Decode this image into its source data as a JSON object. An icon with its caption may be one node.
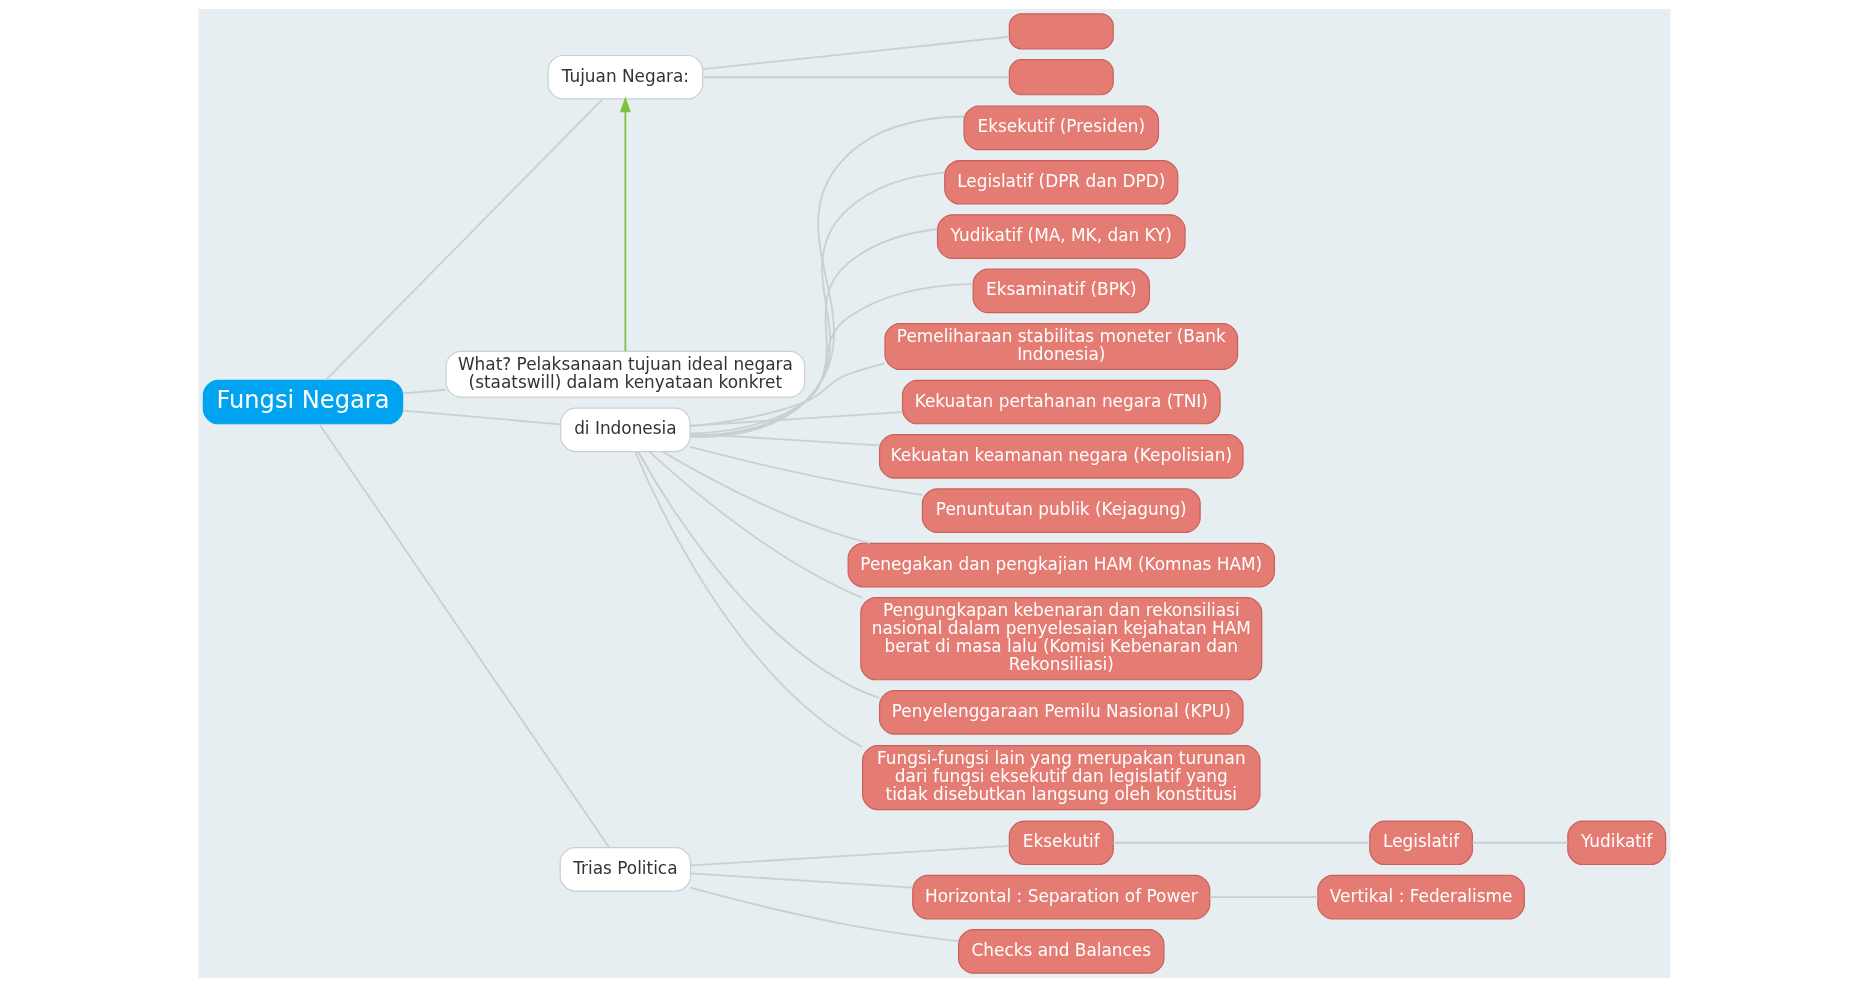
{
  "diagram": {
    "nodes": [
      {
        "text": [
          "Fungsi Negara"
        ]
      },
      {
        "text": [
          "Tujuan Negara:"
        ]
      },
      {
        "text": [],
        "shape": "box"
      },
      {
        "text": [],
        "shape": "box"
      },
      {
        "text": [
          "What? Pelaksanaan tujuan ideal negara (staatswill) dalam kenyataan konkret"
        ]
      },
      {
        "text": [
          "di Indonesia"
        ]
      },
      {
        "text": [
          "Eksekutif (Presiden)"
        ]
      },
      {
        "text": [
          "Legislatif (DPR dan DPD)"
        ]
      },
      {
        "text": [
          "Yudikatif (MA, MK, dan KY)"
        ]
      },
      {
        "text": [
          "Eksaminatif (BPK)"
        ]
      },
      {
        "text": [
          "Pemeliharaan stabilitas moneter (Bank Indonesia)"
        ]
      },
      {
        "text": [
          "Kekuatan pertahanan negara (TNI)"
        ]
      },
      {
        "text": [
          "Kekuatan keamanan negara (Kepolisian)"
        ]
      },
      {
        "text": [
          "Penuntutan publik (Kejagung)"
        ]
      },
      {
        "text": [
          "Penegakan dan pengkajian HAM (Komnas HAM)"
        ]
      },
      {
        "text": [
          "Pengungkapan kebenaran dan rekonsiliasi nasional dalam penyelesaian kejahatan HAM berat di masa lalu (Komisi Kebenaran dan Rekonsiliasi)"
        ]
      },
      {
        "text": [
          "Penyelenggaraan Pemilu Nasional (KPU)"
        ]
      },
      {
        "text": [
          "Fungsi-fungsi lain yang merupakan turunan dari fungsi eksekutif dan legislatif yang tidak disebutkan langsung oleh konstitusi"
        ]
      },
      {
        "text": [
          "Trias Politica"
        ]
      },
      {
        "text": [
          "Eksekutif"
        ]
      },
      {
        "text": [
          "Legislatif"
        ]
      },
      {
        "text": [
          "Yudikatif"
        ]
      },
      {
        "text": [
          "Horizontal : Separation of Power"
        ]
      },
      {
        "text": [
          "Vertikal : Federalisme"
        ]
      },
      {
        "text": [
          "Checks and Balances"
        ]
      }
    ],
    "edges": [
      {
        "from": 0,
        "to": 1,
        "arrow": "none"
      },
      {
        "from": 1,
        "to": 2,
        "arrow": "none"
      },
      {
        "from": 1,
        "to": 3,
        "arrow": "none"
      },
      {
        "from": 0,
        "to": 4,
        "arrow": "none"
      },
      {
        "from": 4,
        "to": 1,
        "arrow": "to",
        "color": "#7dc242"
      },
      {
        "from": 0,
        "to": 5,
        "arrow": "none"
      },
      {
        "from": 5,
        "to": 6,
        "arrow": "none"
      },
      {
        "from": 5,
        "to": 7,
        "arrow": "none"
      },
      {
        "from": 5,
        "to": 8,
        "arrow": "none"
      },
      {
        "from": 5,
        "to": 9,
        "arrow": "none"
      },
      {
        "from": 5,
        "to": 10,
        "arrow": "none"
      },
      {
        "from": 5,
        "to": 11,
        "arrow": "none"
      },
      {
        "from": 5,
        "to": 12,
        "arrow": "none"
      },
      {
        "from": 5,
        "to": 13,
        "arrow": "none"
      },
      {
        "from": 5,
        "to": 14,
        "arrow": "none"
      },
      {
        "from": 5,
        "to": 15,
        "arrow": "none"
      },
      {
        "from": 5,
        "to": 16,
        "arrow": "none"
      },
      {
        "from": 5,
        "to": 17,
        "arrow": "none"
      },
      {
        "from": 0,
        "to": 18,
        "arrow": "none"
      },
      {
        "from": 18,
        "to": 19,
        "arrow": "none"
      },
      {
        "from": 19,
        "to": 20,
        "arrow": "none"
      },
      {
        "from": 20,
        "to": 21,
        "arrow": "none"
      },
      {
        "from": 18,
        "to": 22,
        "arrow": "none"
      },
      {
        "from": 22,
        "to": 23,
        "arrow": "none"
      },
      {
        "from": 18,
        "to": 24,
        "arrow": "none"
      }
    ]
  }
}
